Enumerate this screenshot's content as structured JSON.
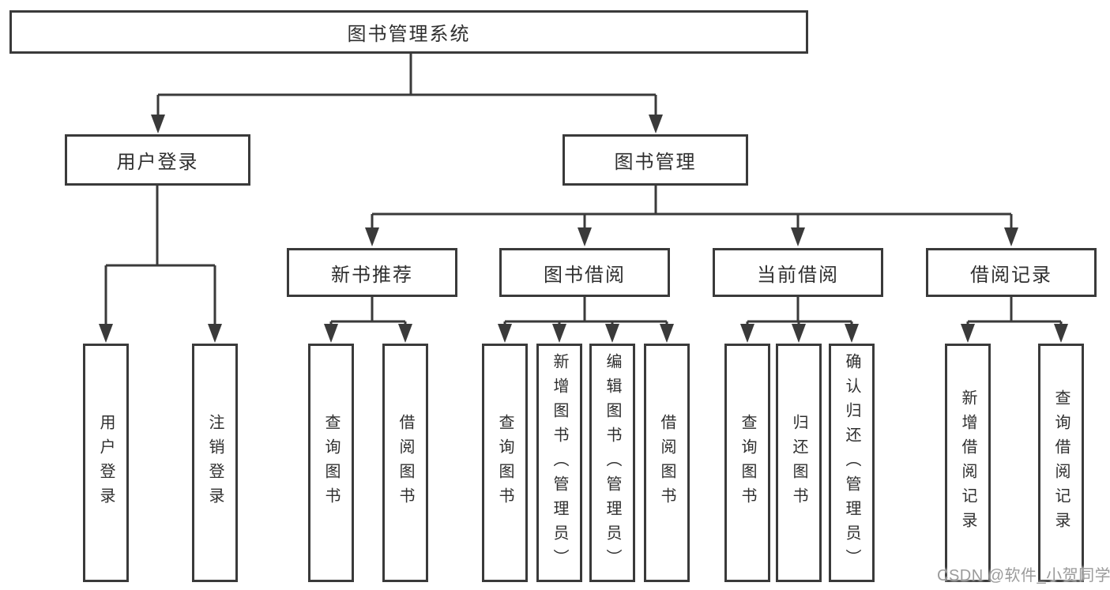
{
  "diagram": {
    "root": "图书管理系统",
    "branches": [
      {
        "label": "用户登录",
        "children": [
          "用户登录",
          "注销登录"
        ]
      },
      {
        "label": "图书管理",
        "sections": [
          {
            "label": "新书推荐",
            "children": [
              "查询图书",
              "借阅图书"
            ]
          },
          {
            "label": "图书借阅",
            "children": [
              "查询图书",
              "新增图书（管理员）",
              "编辑图书（管理员）",
              "借阅图书"
            ]
          },
          {
            "label": "当前借阅",
            "children": [
              "查询图书",
              "归还图书",
              "确认归还（管理员）"
            ]
          },
          {
            "label": "借阅记录",
            "children": [
              "新增借阅记录",
              "查询借阅记录"
            ]
          }
        ]
      }
    ],
    "watermark": "CSDN @软件_小贺同学",
    "colors": {
      "line": "#3a3a3a",
      "box_border": "#3a3a3a",
      "text": "#2f2f2f",
      "watermark_text": "#9b9b9b",
      "background": "#ffffff"
    }
  }
}
